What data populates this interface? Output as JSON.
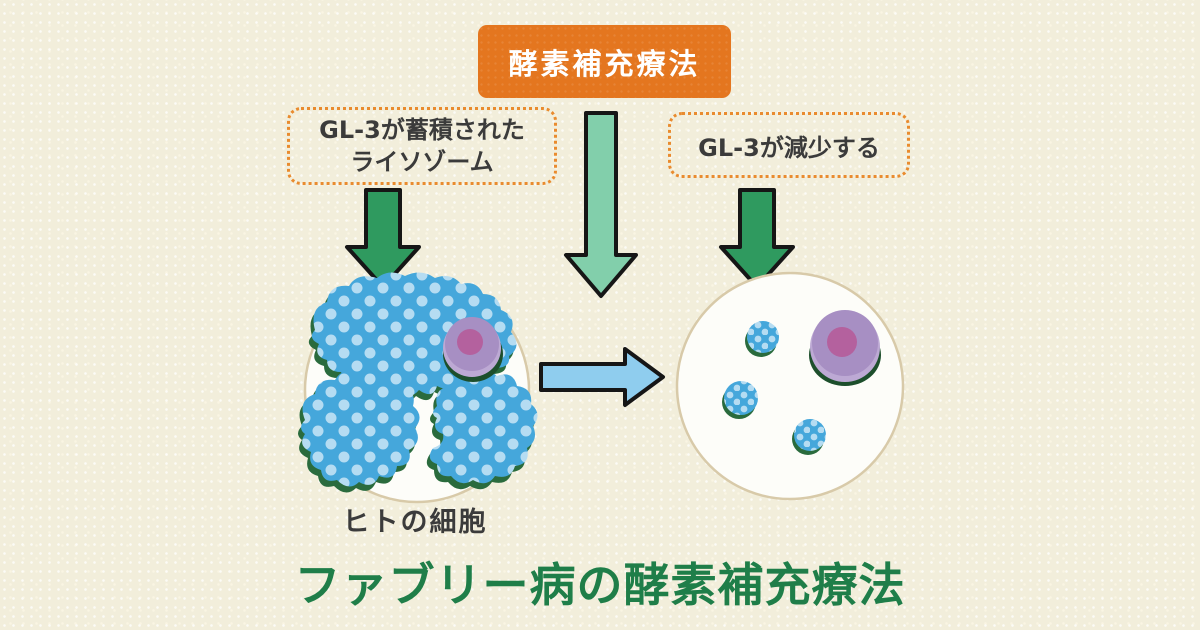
{
  "diagram": {
    "title": "ファブリー病の酵素補充療法",
    "therapy_label": "酵素補充療法",
    "left_callout": {
      "line1": "GL-3が蓄積された",
      "line2": "ライソゾーム"
    },
    "right_callout": {
      "label": "GL-3が減少する"
    },
    "cell_label": "ヒトの細胞"
  },
  "icons": {
    "down_arrow": "↓",
    "right_arrow": "→"
  },
  "colors": {
    "background": "#f2eedb",
    "therapy_box": "#e4761f",
    "callout_border": "#e98b2e",
    "dark_green_arrow": "#2f9a5f",
    "mint_arrow": "#82cfab",
    "blue_arrow": "#8fcdee",
    "lysosome_blue": "#45a7db",
    "lysosome_dot": "#b5dcf2",
    "blob_shadow_green": "#2a6b3d",
    "nucleus_purple": "#a78fc3",
    "nucleus_purple_light": "#bda9d4",
    "nucleolus_pink": "#b4619e",
    "nucleus_shadow": "#1d4f2c",
    "cell_fill": "#fdfdf9",
    "cell_outline": "#d8caa9",
    "title_green": "#1f7e49",
    "text_dark": "#3b3b3b"
  }
}
